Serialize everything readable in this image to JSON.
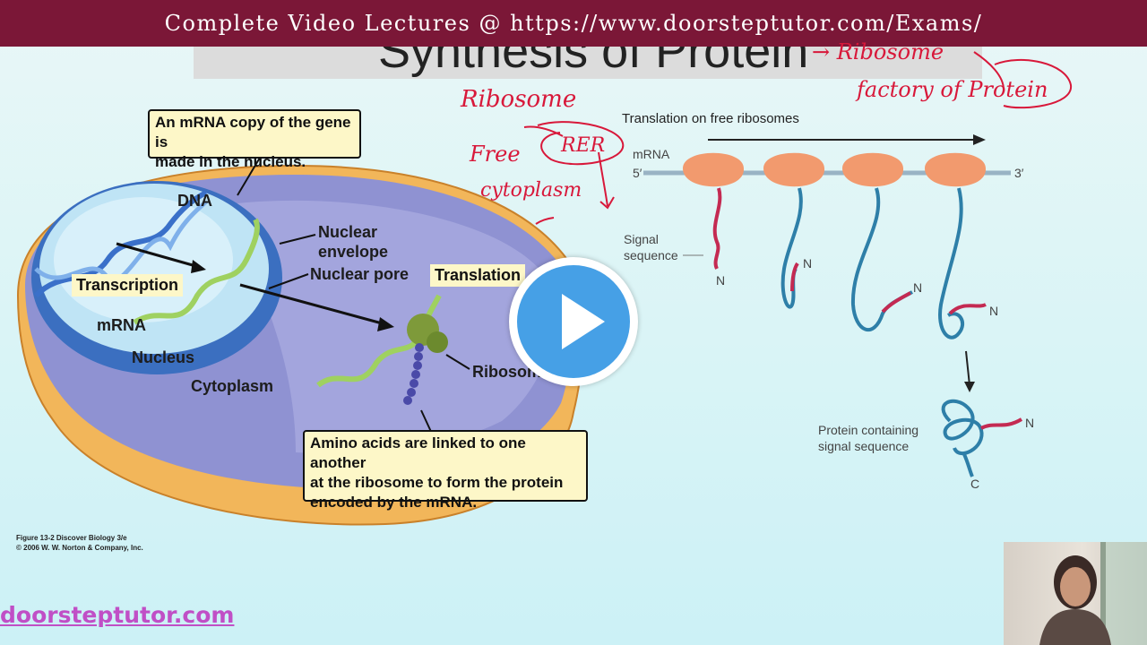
{
  "banner": {
    "text": "Complete Video Lectures @ https://www.doorsteptutor.com/Exams/"
  },
  "slide": {
    "title": "Synthesis of Protein",
    "callout_top": [
      "An mRNA copy of the gene is",
      "made in the nucleus."
    ],
    "callout_bottom": [
      "Amino acids are linked to one another",
      "at the ribosome to form the protein",
      "encoded by the mRNA."
    ],
    "cell_labels": {
      "dna": "DNA",
      "nuclear_envelope_1": "Nuclear",
      "nuclear_envelope_2": "envelope",
      "nuclear_pore": "Nuclear pore",
      "transcription": "Transcription",
      "translation": "Translation",
      "mrna": "mRNA",
      "nucleus": "Nucleus",
      "cytoplasm": "Cytoplasm",
      "ribosome": "Ribosome"
    },
    "right_diagram": {
      "title": "Translation on free ribosomes",
      "mrna": "mRNA",
      "five_prime": "5′",
      "three_prime": "3′",
      "signal_1": "Signal",
      "signal_2": "sequence",
      "n": "N",
      "c": "C",
      "protein_1": "Protein containing",
      "protein_2": "signal sequence"
    },
    "caption_1": "Figure 13-2  Discover Biology 3/e",
    "caption_2": "© 2006 W. W. Norton & Company, Inc."
  },
  "annotations": {
    "ribosome_top": "→ Ribosome",
    "factory": "factory of Protein",
    "ribosome_left": "Ribosome",
    "free": "Free",
    "rer": "RER",
    "cytoplasm": "cytoplasm"
  },
  "brand": "doorsteptutor.com",
  "colors": {
    "banner": "#7b1737",
    "play": "#46a0e6",
    "handwriting": "#d8183a",
    "ribosome": "#f29a6e",
    "protein": "#2e7fa8"
  }
}
